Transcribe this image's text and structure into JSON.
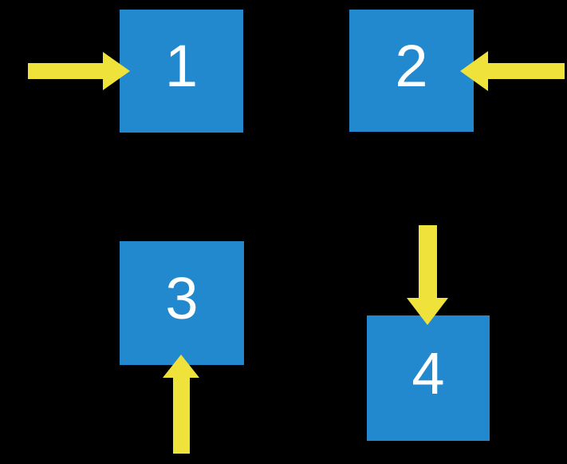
{
  "colors": {
    "background": "#000000",
    "box_fill": "#2389CE",
    "arrow_fill": "#EFE23B",
    "label_text": "#FFFFFF"
  },
  "boxes": [
    {
      "label": "1",
      "arrow": {
        "icon": "right-arrow-icon",
        "direction": "right",
        "points_at": "1"
      }
    },
    {
      "label": "2",
      "arrow": {
        "icon": "left-arrow-icon",
        "direction": "left",
        "points_at": "2"
      }
    },
    {
      "label": "3",
      "arrow": {
        "icon": "up-arrow-icon",
        "direction": "up",
        "points_at": "3"
      }
    },
    {
      "label": "4",
      "arrow": {
        "icon": "down-arrow-icon",
        "direction": "down",
        "points_at": "4"
      }
    }
  ]
}
